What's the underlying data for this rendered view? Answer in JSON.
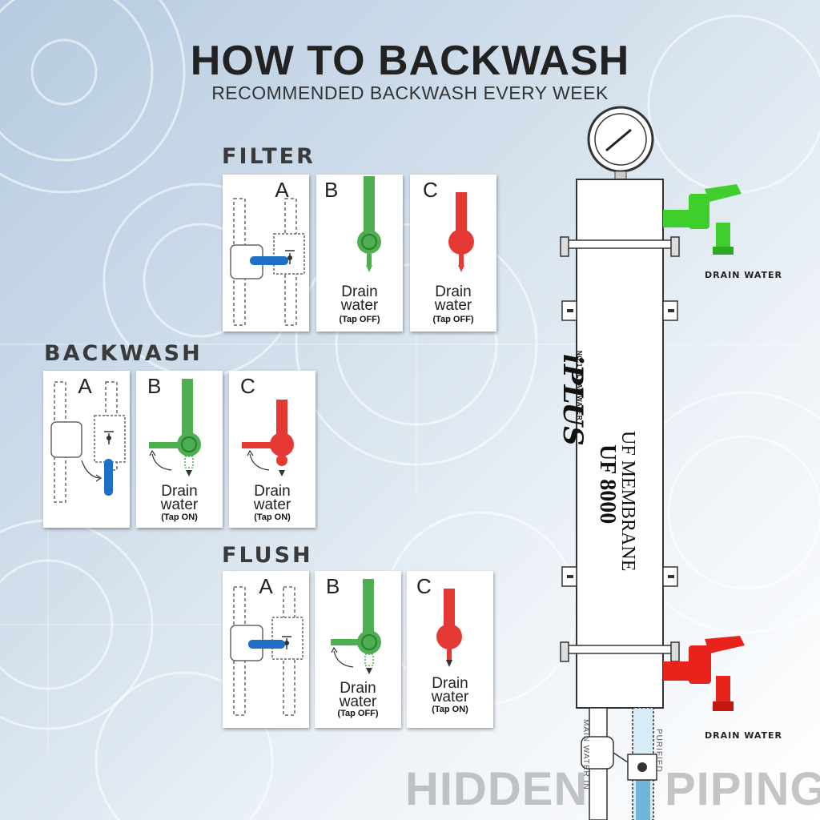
{
  "header": {
    "title": "HOW TO BACKWASH",
    "subtitle": "RECOMMENDED BACKWASH EVERY WEEK"
  },
  "sections": {
    "filter": {
      "title": "FILTER",
      "panels": [
        {
          "letter": "A"
        },
        {
          "letter": "B",
          "drain": [
            "Drain",
            "water"
          ],
          "tap": "(Tap OFF)"
        },
        {
          "letter": "C",
          "drain": [
            "Drain",
            "water"
          ],
          "tap": "(Tap OFF)"
        }
      ]
    },
    "backwash": {
      "title": "BACKWASH",
      "panels": [
        {
          "letter": "A"
        },
        {
          "letter": "B",
          "drain": [
            "Drain",
            "water"
          ],
          "tap": "(Tap ON)"
        },
        {
          "letter": "C",
          "drain": [
            "Drain",
            "water"
          ],
          "tap": "(Tap ON)"
        }
      ]
    },
    "flush": {
      "title": "FLUSH",
      "panels": [
        {
          "letter": "A"
        },
        {
          "letter": "B",
          "drain": [
            "Drain",
            "water"
          ],
          "tap": "(Tap OFF)"
        },
        {
          "letter": "C",
          "drain": [
            "Drain",
            "water"
          ],
          "tap": "(Tap ON)"
        }
      ]
    }
  },
  "membrane": {
    "brand": "iPLUS",
    "tagline": "NO.1 CLEAN WATER",
    "product_line1": "UF MEMBRANE",
    "product_line2": "UF 8000",
    "drain_top": "DRAIN WATER",
    "drain_bottom": "DRAIN WATER",
    "main_water_in": "MAIN WATER IN",
    "purified": "PURIFIED"
  },
  "footer": {
    "hidden_left": "HIDDEN",
    "hidden_right": "PIPING"
  },
  "colors": {
    "green_valve": "#4caf50",
    "red_valve": "#e53935",
    "blue_handle": "#1f6fc6",
    "green_tap": "#3ecf2d",
    "red_tap": "#e8231c"
  },
  "icons": [
    "pressure-gauge-icon",
    "green-tap-icon",
    "red-tap-icon",
    "valve-icon"
  ]
}
